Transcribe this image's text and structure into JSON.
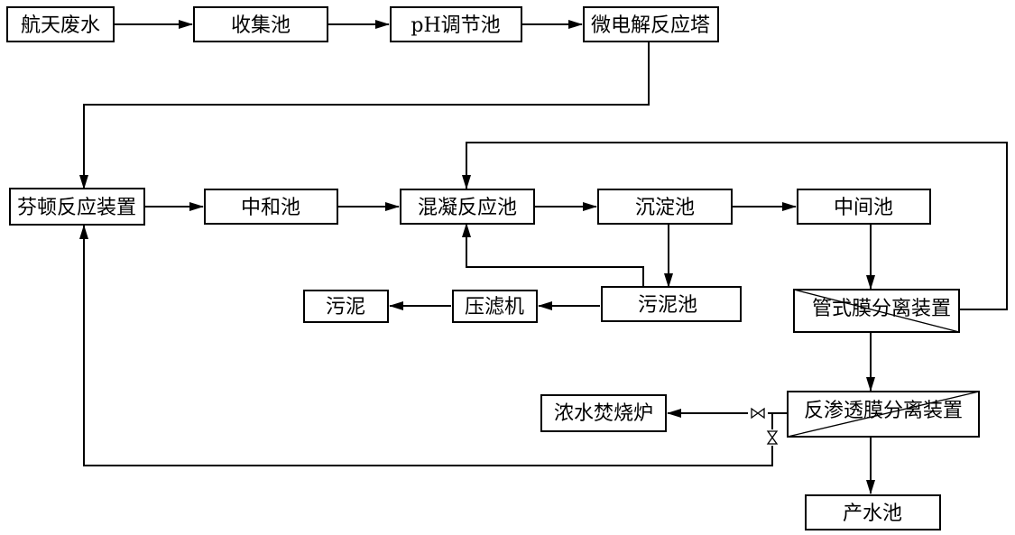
{
  "nodes": {
    "n1": "航天废水",
    "n2": "收集池",
    "n3": "pH调节池",
    "n4": "微电解反应塔",
    "n5": "芬顿反应装置",
    "n6": "中和池",
    "n7": "混凝反应池",
    "n8": "沉淀池",
    "n9": "中间池",
    "n10": "污泥",
    "n11": "压滤机",
    "n12": "污泥池",
    "n13": "管式膜分离装置",
    "n14": "浓水焚烧炉",
    "n15": "反渗透膜分离装置",
    "n16": "产水池"
  }
}
